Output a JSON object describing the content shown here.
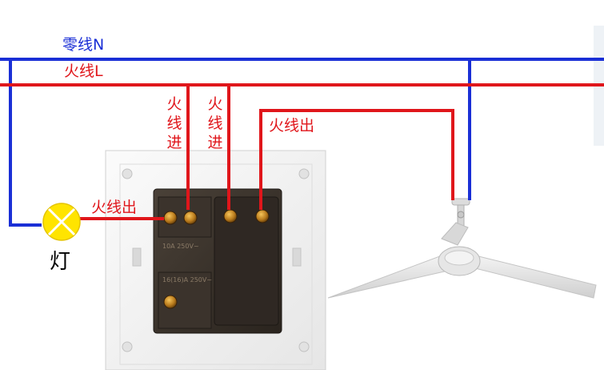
{
  "labels": {
    "neutral_line": "零线N",
    "live_line": "火线L",
    "live_in_1": "火线进",
    "live_in_2": "火线进",
    "live_out_fan": "火线出",
    "live_out_lamp": "火线出",
    "lamp": "灯"
  },
  "switch_plate_markings": {
    "rating_upper": "10A 250V~",
    "rating_lower": "16(16)A 250V~"
  },
  "colors": {
    "neutral_wire": "#1a2fd6",
    "live_wire": "#e0161b",
    "lamp_fill": "#ffe400",
    "switch_plate": "#f4f4f4",
    "switch_module": "#3a332c"
  },
  "icons": {
    "lamp": "lamp-cross-icon",
    "fan": "ceiling-fan-icon",
    "switch": "wall-switch-icon"
  }
}
